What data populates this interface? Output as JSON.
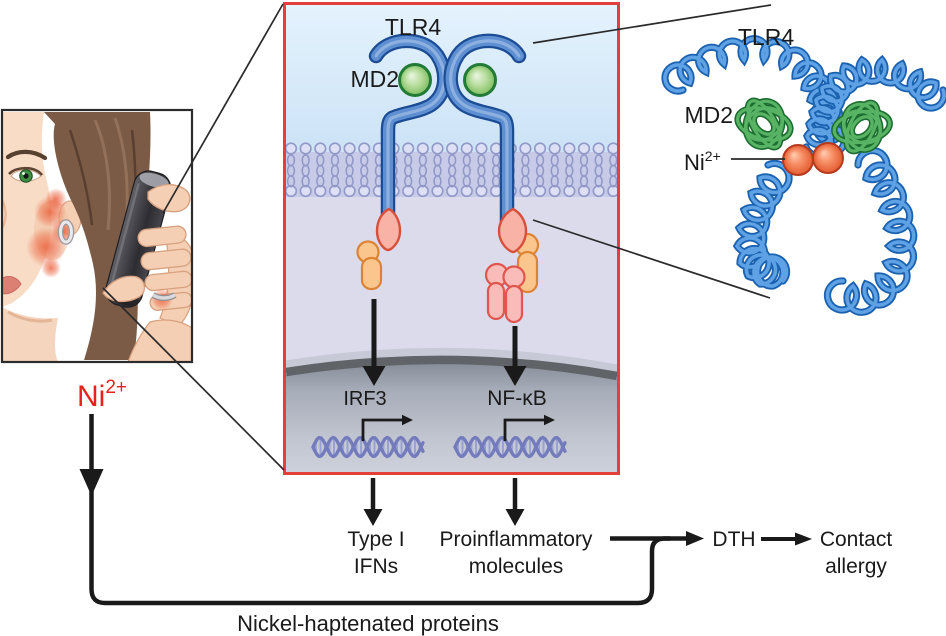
{
  "figure": {
    "photo_panel": {
      "description": "woman holding mobile phone to cheek with skin irritation",
      "ion_label": {
        "base": "Ni",
        "sup": "2+"
      }
    },
    "cell_panel": {
      "tlr4_label": "TLR4",
      "md2_label": "MD2",
      "irf3_label": "IRF3",
      "nfkb_label": "NF-κB"
    },
    "structure_panel": {
      "tlr4_label": "TLR4",
      "md2_label": "MD2",
      "ni_label": {
        "base": "Ni",
        "sup": "2+"
      }
    },
    "flow": {
      "type1_ifns": {
        "line1": "Type I",
        "line2": "IFNs"
      },
      "proinflammatory": {
        "line1": "Proinflammatory",
        "line2": "molecules"
      },
      "dth": "DTH",
      "contact_allergy": {
        "line1": "Contact",
        "line2": "allergy"
      },
      "bottom_label": "Nickel-haptenated proteins"
    },
    "colors": {
      "inset_border_red": "#e4403a",
      "ni_text_red": "#e8211c",
      "tlr4_blue": "#5d8fd2",
      "md2_green": "#7cbd60",
      "membrane_lavender": "#c8cbe7",
      "extracellular_blue": "#d7eafa",
      "cytoplasm": "#dbdbeb",
      "adapter_pink": "#f8b3a6",
      "adapter_orange": "#fbc68e",
      "ni_sphere_orange": "#f2764e",
      "coil_blue": "#1a61b0",
      "tangle_green": "#1c6e30",
      "dna_periwinkle": "#737bbd",
      "arrow_black": "#1a1a1a"
    }
  }
}
